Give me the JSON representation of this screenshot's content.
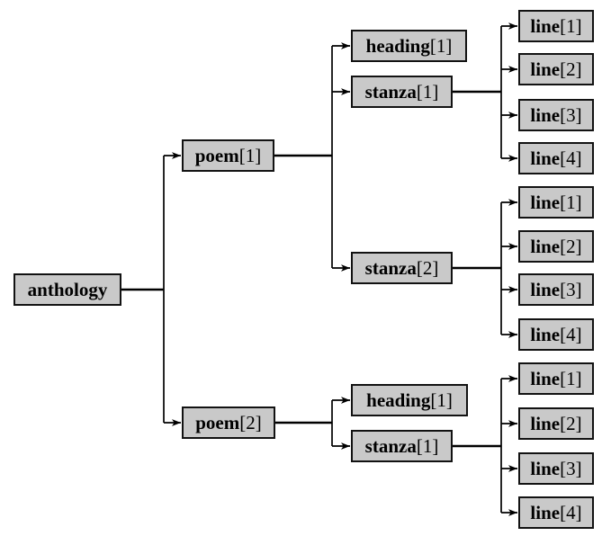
{
  "diagram_type": "document-tree",
  "colors": {
    "background": "#ffffff",
    "node_fill": "#c9c9c9",
    "node_border": "#121212",
    "connector": "#000000",
    "text": "#000000"
  },
  "nodes": {
    "anthology": {
      "tag": "anthology",
      "suffix": ""
    },
    "poem1": {
      "tag": "poem",
      "suffix": "[1]"
    },
    "poem2": {
      "tag": "poem",
      "suffix": "[2]"
    },
    "p1_heading1": {
      "tag": "heading",
      "suffix": "[1]"
    },
    "p1_stanza1": {
      "tag": "stanza",
      "suffix": "[1]"
    },
    "p1_stanza2": {
      "tag": "stanza",
      "suffix": "[2]"
    },
    "p1s1_line1": {
      "tag": "line",
      "suffix": "[1]"
    },
    "p1s1_line2": {
      "tag": "line",
      "suffix": "[2]"
    },
    "p1s1_line3": {
      "tag": "line",
      "suffix": "[3]"
    },
    "p1s1_line4": {
      "tag": "line",
      "suffix": "[4]"
    },
    "p1s2_line1": {
      "tag": "line",
      "suffix": "[1]"
    },
    "p1s2_line2": {
      "tag": "line",
      "suffix": "[2]"
    },
    "p1s2_line3": {
      "tag": "line",
      "suffix": "[3]"
    },
    "p1s2_line4": {
      "tag": "line",
      "suffix": "[4]"
    },
    "p2_heading1": {
      "tag": "heading",
      "suffix": "[1]"
    },
    "p2_stanza1": {
      "tag": "stanza",
      "suffix": "[1]"
    },
    "p2s1_line1": {
      "tag": "line",
      "suffix": "[1]"
    },
    "p2s1_line2": {
      "tag": "line",
      "suffix": "[2]"
    },
    "p2s1_line3": {
      "tag": "line",
      "suffix": "[3]"
    },
    "p2s1_line4": {
      "tag": "line",
      "suffix": "[4]"
    }
  },
  "structure": {
    "root": "anthology",
    "children": [
      {
        "node": "poem[1]",
        "children": [
          {
            "node": "heading[1]"
          },
          {
            "node": "stanza[1]",
            "children": [
              "line[1]",
              "line[2]",
              "line[3]",
              "line[4]"
            ]
          },
          {
            "node": "stanza[2]",
            "children": [
              "line[1]",
              "line[2]",
              "line[3]",
              "line[4]"
            ]
          }
        ]
      },
      {
        "node": "poem[2]",
        "children": [
          {
            "node": "heading[1]"
          },
          {
            "node": "stanza[1]",
            "children": [
              "line[1]",
              "line[2]",
              "line[3]",
              "line[4]"
            ]
          }
        ]
      }
    ]
  }
}
